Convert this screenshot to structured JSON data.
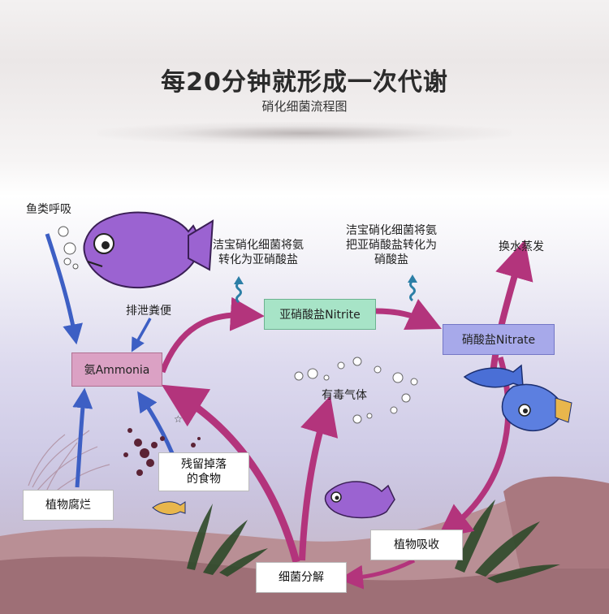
{
  "header": {
    "title": "每20分钟就形成一次代谢",
    "subtitle": "硝化细菌流程图"
  },
  "labels": {
    "fish_breath": "鱼类呼吸",
    "excretion": "排泄粪便",
    "ammonia_to_nitrite_1": "洁宝硝化细菌将氨",
    "ammonia_to_nitrite_2": "转化为亚硝酸盐",
    "nitrite_to_nitrate_1": "洁宝硝化细菌将氨",
    "nitrite_to_nitrate_2": "把亚硝酸盐转化为",
    "nitrite_to_nitrate_3": "硝酸盐",
    "water_change": "换水蒸发",
    "toxic_gas": "有毒气体"
  },
  "nodes": {
    "ammonia": "氨Ammonia",
    "nitrite": "亚硝酸盐Nitrite",
    "nitrate": "硝酸盐Nitrate",
    "plant_decay": "植物腐烂",
    "leftover_food_1": "残留掉落",
    "leftover_food_2": "的食物",
    "plant_absorb": "植物吸收",
    "bacteria_decompose": "细菌分解"
  },
  "colors": {
    "cycle_arrow": "#b3347c",
    "input_arrow": "#3d5fc4",
    "ammonia_box": "#dba1c4",
    "nitrite_box": "#a7e4c7",
    "nitrate_box": "#a7a9ea",
    "fish_body": "#9b63d1",
    "squiggle": "#2c7fa6"
  }
}
